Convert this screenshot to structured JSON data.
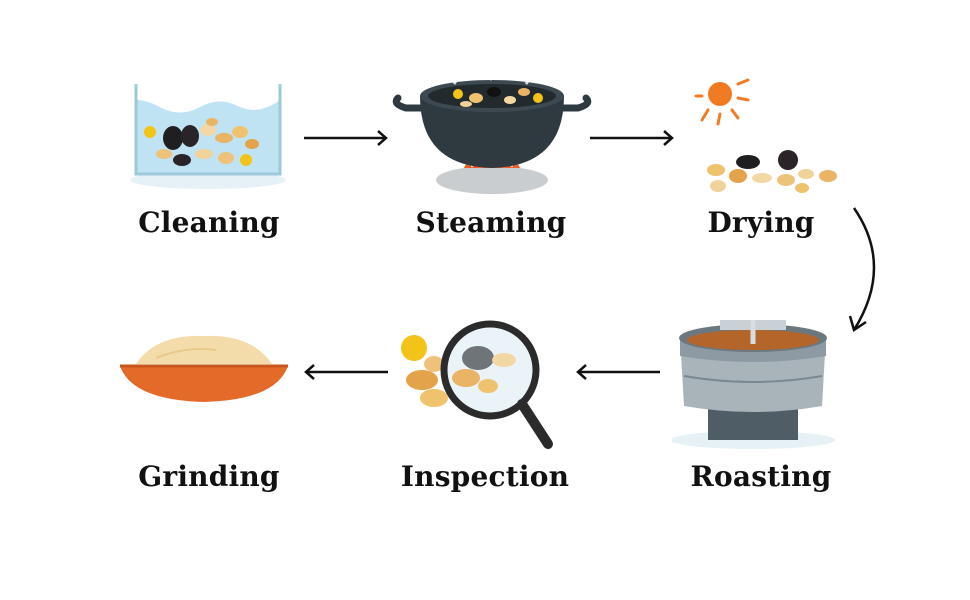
{
  "steps": [
    {
      "label": "Cleaning"
    },
    {
      "label": "Steaming"
    },
    {
      "label": "Drying"
    },
    {
      "label": "Roasting"
    },
    {
      "label": "Inspection"
    },
    {
      "label": "Grinding"
    }
  ],
  "colors": {
    "text": "#111111",
    "arrow": "#111111",
    "water": "#bfe3f2",
    "pot": "#2f3a40",
    "flame": "#f05a28",
    "sun": "#f07b22",
    "powder": "#f4dcaa",
    "bowl": "#e46a2a",
    "roaster": "#8d9aa3",
    "magnifier": "#2b2b2b"
  },
  "icons": [
    "water-basin-icon",
    "steaming-pot-icon",
    "sun-icon",
    "roasting-machine-icon",
    "magnifier-icon",
    "powder-bowl-icon"
  ]
}
